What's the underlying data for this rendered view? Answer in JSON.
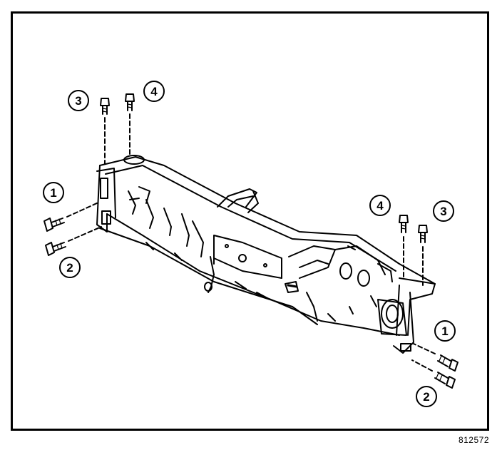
{
  "callouts": {
    "top_left_3": "3",
    "top_left_4": "4",
    "left_1": "1",
    "left_2": "2",
    "top_right_4": "4",
    "top_right_3": "3",
    "right_1": "1",
    "right_2": "2"
  },
  "figure_id": "812572",
  "colors": {
    "line": "#000000",
    "background": "#ffffff"
  },
  "icons": {
    "bolt": "bolt-icon",
    "callout": "callout-circle"
  }
}
